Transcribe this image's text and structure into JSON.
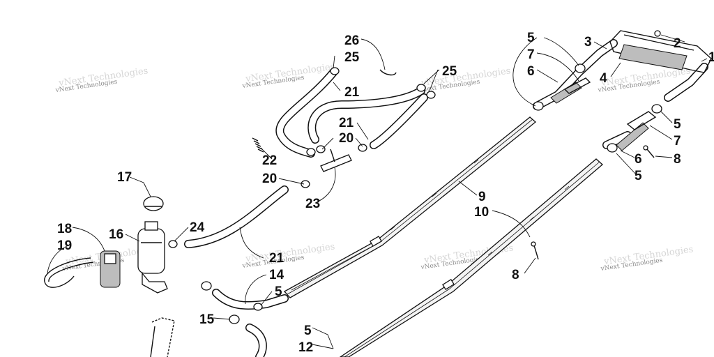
{
  "watermark": "vNext Technologies",
  "callouts": {
    "c1": "1",
    "c2": "2",
    "c3": "3",
    "c4": "4",
    "c5a": "5",
    "c5b": "5",
    "c5c": "5",
    "c5d": "5",
    "c5e": "5",
    "c6a": "6",
    "c6b": "6",
    "c7a": "7",
    "c7b": "7",
    "c8a": "8",
    "c8b": "8",
    "c9": "9",
    "c10": "10",
    "c12": "12",
    "c14": "14",
    "c15": "15",
    "c16": "16",
    "c17": "17",
    "c18": "18",
    "c19": "19",
    "c20a": "20",
    "c20b": "20",
    "c21a": "21",
    "c21b": "21",
    "c21c": "21",
    "c22": "22",
    "c23": "23",
    "c24": "24",
    "c25a": "25",
    "c25b": "25",
    "c26": "26"
  }
}
